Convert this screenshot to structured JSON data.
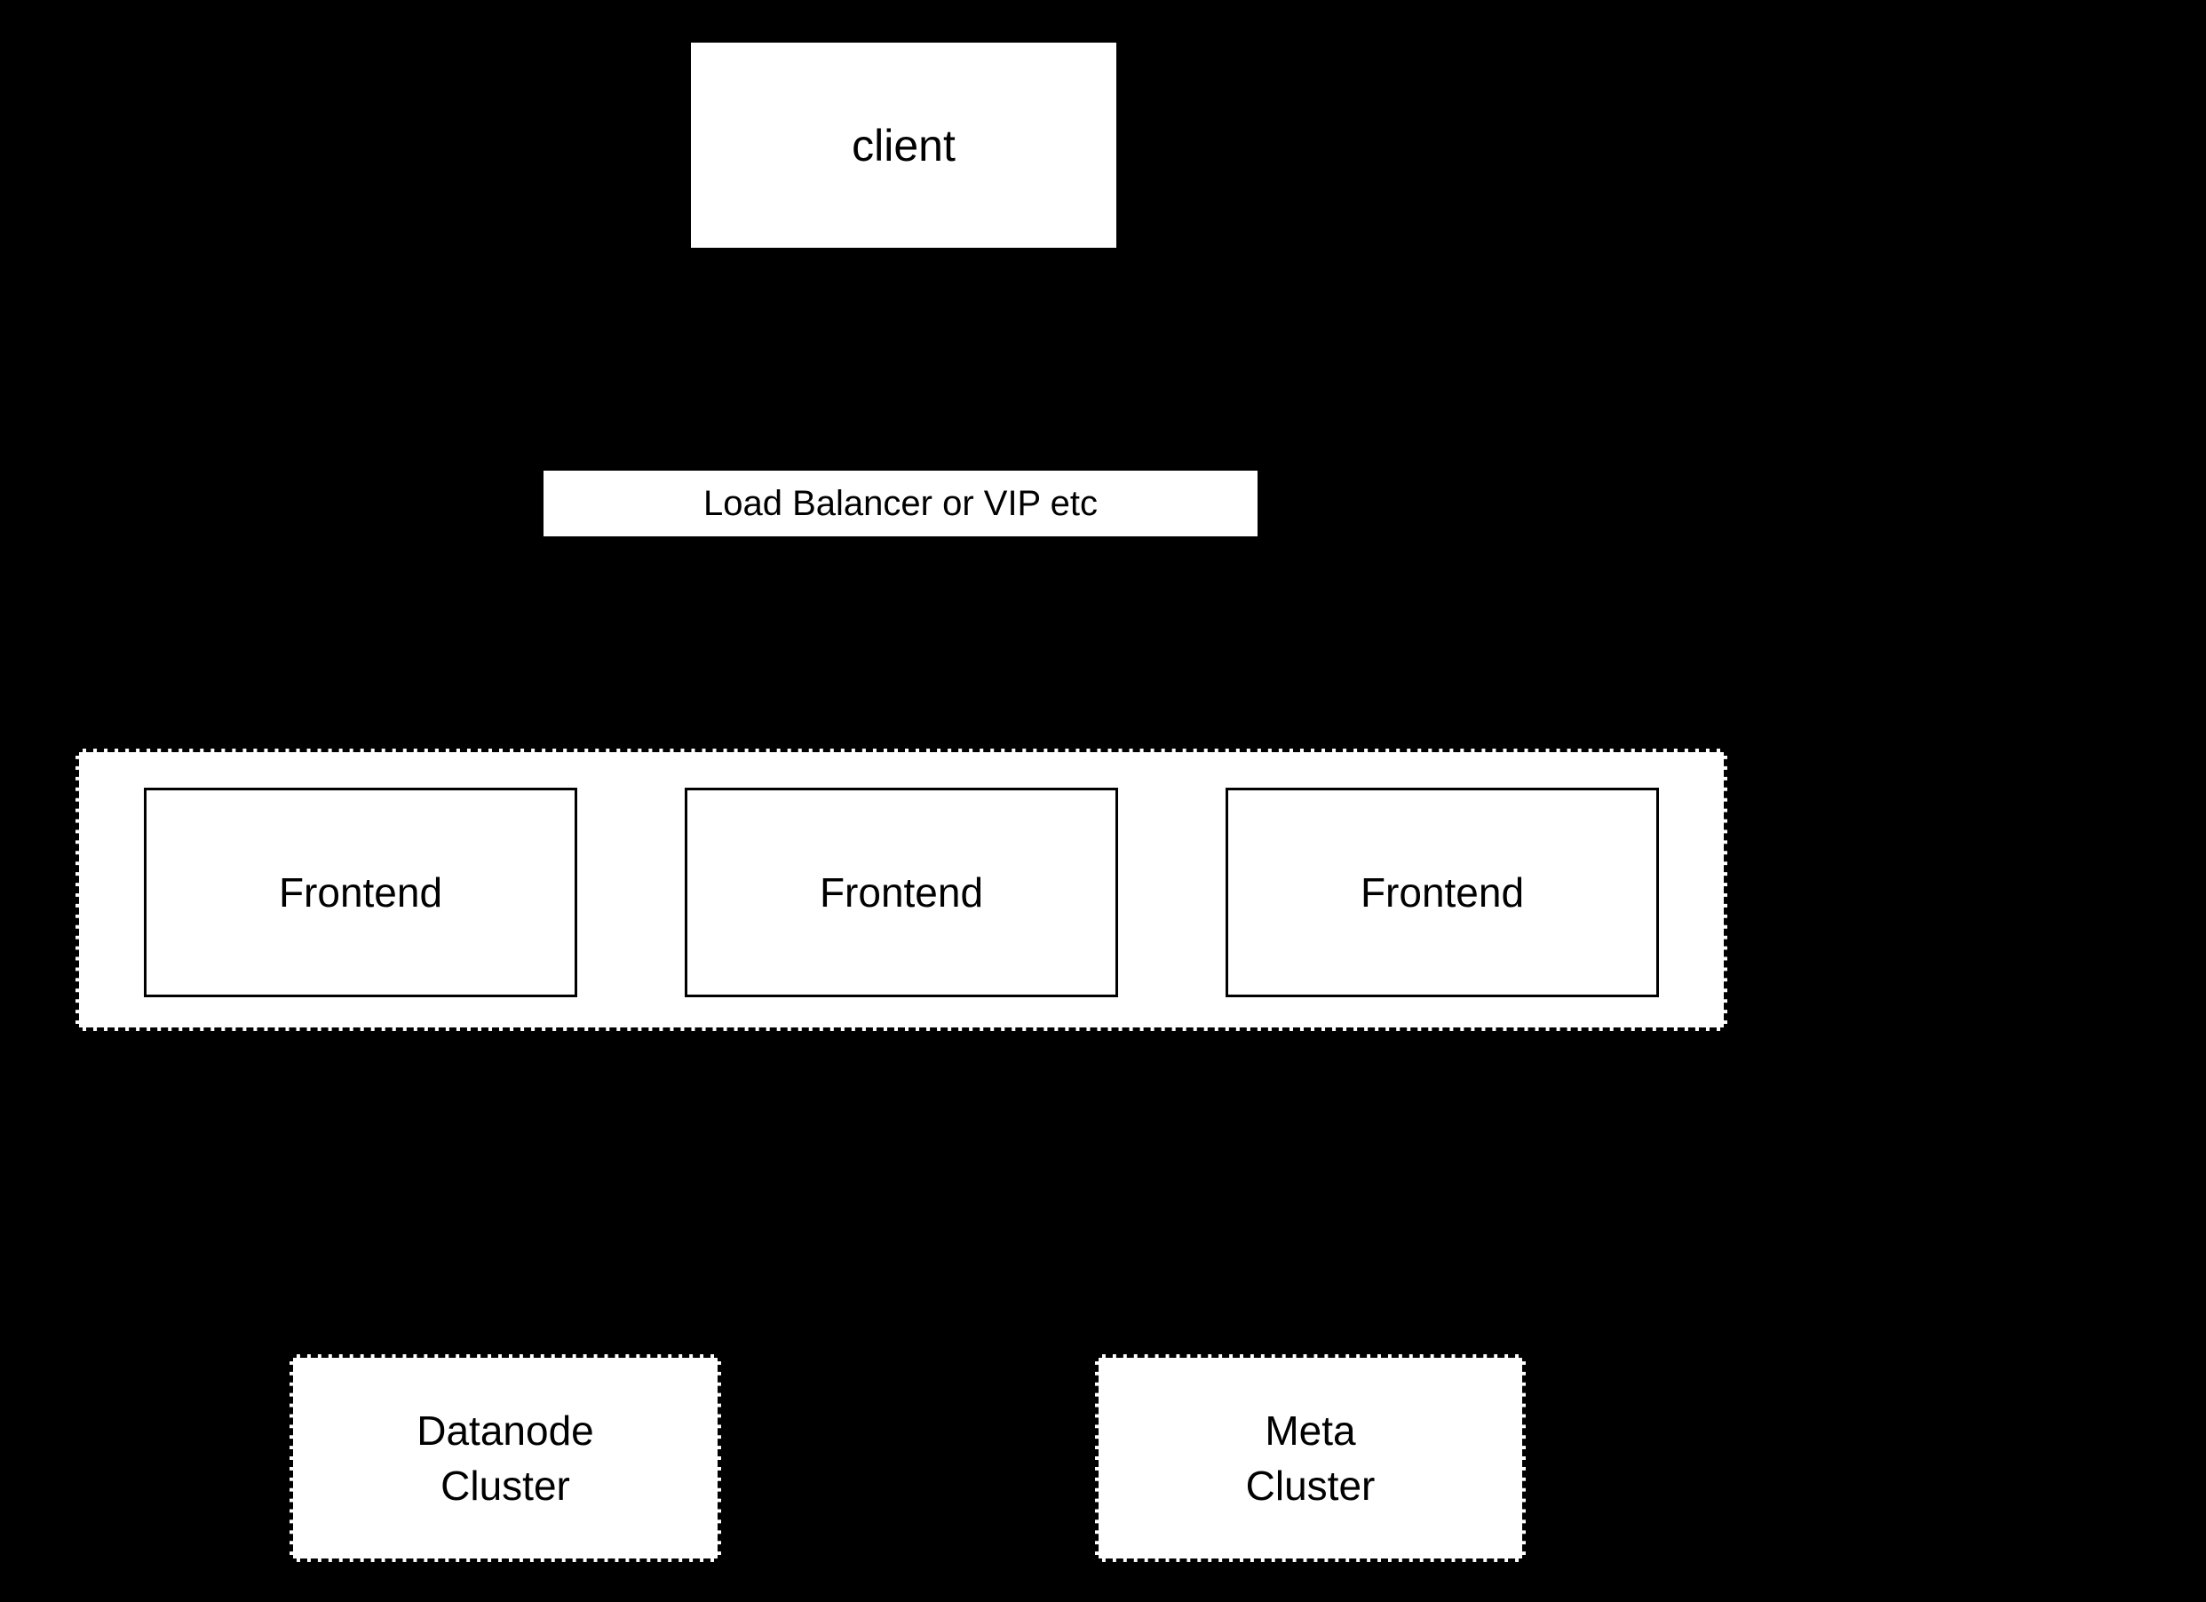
{
  "diagram": {
    "title": "",
    "nodes": {
      "client": {
        "label": "client",
        "shape": "rect",
        "border": "solid"
      },
      "load_balancer": {
        "label": "Load Balancer or VIP etc",
        "shape": "rect",
        "border": "solid"
      },
      "frontend_group": {
        "border": "dashed",
        "children": [
          {
            "label": "Frontend"
          },
          {
            "label": "Frontend"
          },
          {
            "label": "Frontend"
          }
        ]
      },
      "datanode_cluster": {
        "label": "Datanode\nCluster",
        "shape": "rect",
        "border": "dashed"
      },
      "meta_cluster": {
        "label": "Meta\nCluster",
        "shape": "rect",
        "border": "dashed"
      }
    },
    "colors": {
      "background": "#000000",
      "node_fill": "#ffffff",
      "node_border": "#000000",
      "text": "#000000"
    }
  }
}
